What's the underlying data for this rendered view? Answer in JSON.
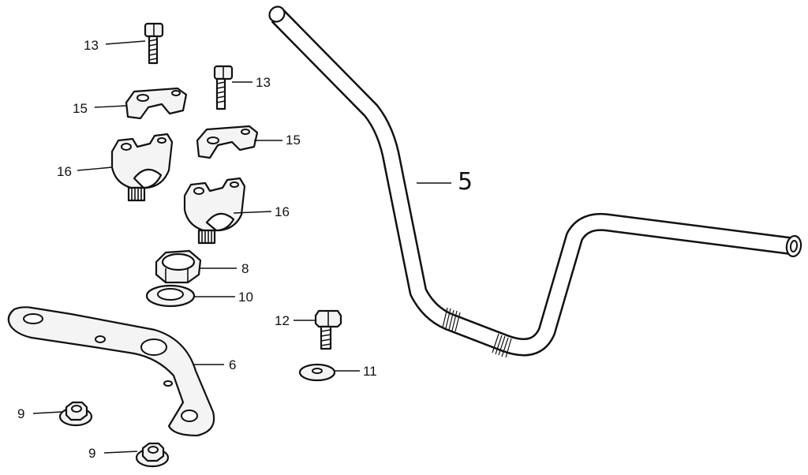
{
  "callouts": {
    "handlebar": "5",
    "holder_plate": "6",
    "nut_8": "8",
    "flange_nut_a": "9",
    "flange_nut_b": "9",
    "washer_10": "10",
    "washer_11": "11",
    "bolt_12": "12",
    "bolt_13_a": "13",
    "bolt_13_b": "13",
    "upper_holder_a": "15",
    "upper_holder_b": "15",
    "lower_holder_a": "16",
    "lower_holder_b": "16"
  }
}
